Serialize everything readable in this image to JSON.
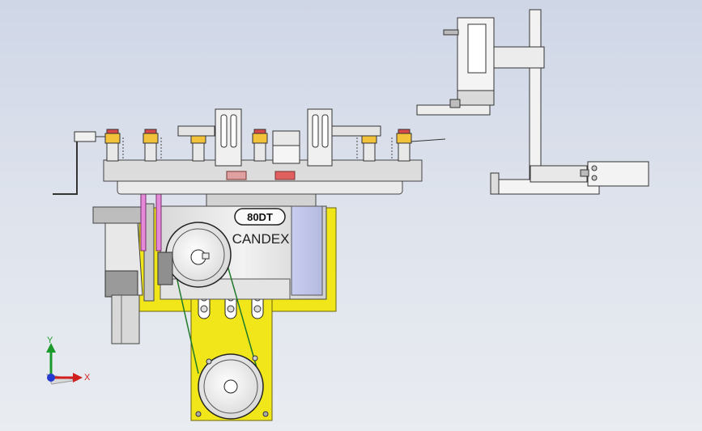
{
  "labels": {
    "model_plate": "80DT",
    "brand": "CANDEX"
  },
  "triad": {
    "y_label": "Y",
    "x_label": "X"
  },
  "colors": {
    "background_top": "#cfd6e6",
    "background_bottom": "#e9ecf1",
    "yellow_bracket": "#f1e619",
    "steel": "#e6e6e6",
    "dark_steel": "#7d7d7d",
    "pink_rod": "#e58ad8",
    "nest_yellow": "#f2c23a",
    "nest_red": "#d94848",
    "triad_y": "#1a9a2a",
    "triad_x": "#d11f1f",
    "triad_z": "#2439d0"
  }
}
